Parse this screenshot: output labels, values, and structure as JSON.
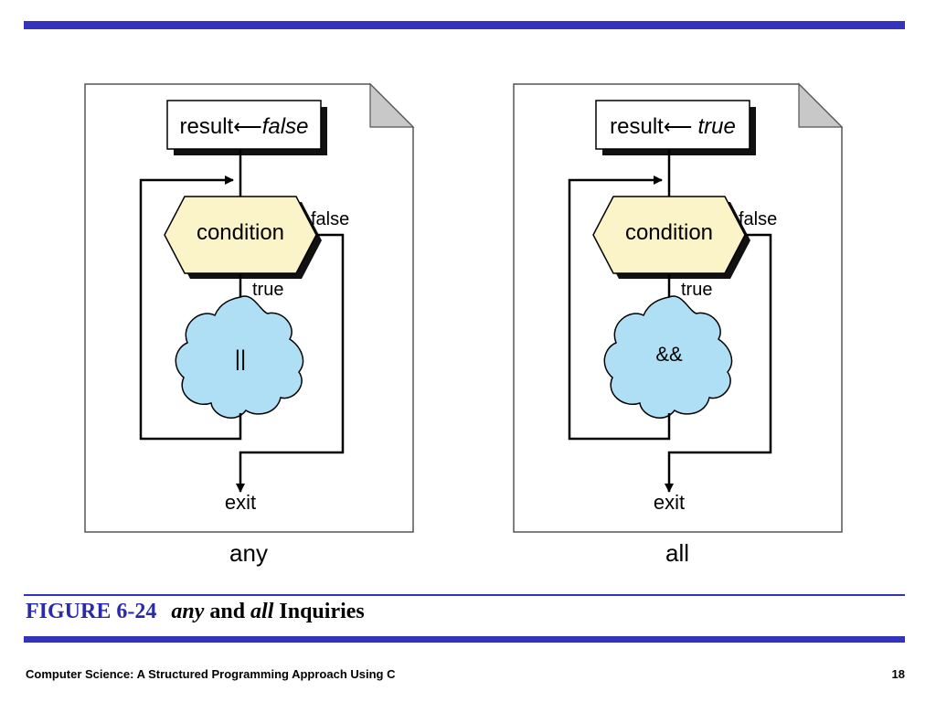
{
  "panels": [
    {
      "init_prefix": "result",
      "init_value": "false",
      "condition": "condition",
      "false_label": "false",
      "true_label": "true",
      "operator": "||",
      "exit_label": "exit",
      "panel_label": "any"
    },
    {
      "init_prefix": "result",
      "init_value": "true",
      "condition": "condition",
      "false_label": "false",
      "true_label": "true",
      "operator": "&&",
      "exit_label": "exit",
      "panel_label": "all"
    }
  ],
  "caption": {
    "figure": "FIGURE 6-24",
    "word1": "any",
    "mid": "and",
    "word2": "all",
    "end": "Inquiries"
  },
  "footer": {
    "text": "Computer Science: A Structured Programming Approach Using C",
    "page": "18"
  },
  "colors": {
    "accent_bar": "#3333bb",
    "figure_label": "#2a2aaa",
    "condition_fill": "#fbf4c8",
    "cloud_fill": "#aedff5"
  }
}
